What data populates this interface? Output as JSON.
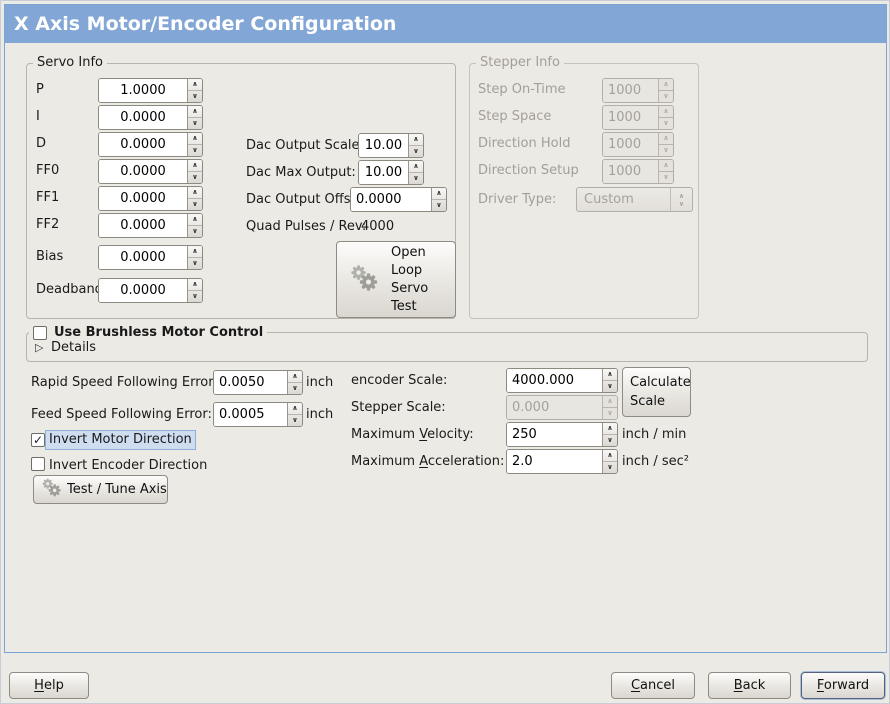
{
  "window": {
    "title": "X Axis Motor/Encoder Configuration"
  },
  "colors": {
    "titlebar_blue": "#82a7d6",
    "content_border_blue": "#7ca3d4",
    "window_bg": "#eceae4",
    "focus_highlight_bg": "#cfddf1",
    "focus_highlight_border": "#91aed7"
  },
  "icons": {
    "spin_up": "∧",
    "spin_down": "∨",
    "combo_up": "∧",
    "combo_down": "∨",
    "check": "✓",
    "expander_collapsed": "▷"
  },
  "servo_info": {
    "title": "Servo Info",
    "rows": [
      {
        "label": "P",
        "value": "1.0000"
      },
      {
        "label": "I",
        "value": "0.0000"
      },
      {
        "label": "D",
        "value": "0.0000"
      },
      {
        "label": "FF0",
        "value": "0.0000"
      },
      {
        "label": "FF1",
        "value": "0.0000"
      },
      {
        "label": "FF2",
        "value": "0.0000"
      },
      {
        "label": "Bias",
        "value": "0.0000"
      },
      {
        "label": "Deadband",
        "value": "0.0000"
      }
    ]
  },
  "dac": {
    "output_scale_label": "Dac Output Scale:",
    "output_scale_value": "10.00",
    "max_output_label": "Dac Max Output:",
    "max_output_value": "10.00",
    "output_offset_label": "Dac Output Offset:",
    "output_offset_value": "0.0000",
    "quad_pulses_label": "Quad Pulses / Rev:",
    "quad_pulses_value": "4000"
  },
  "open_loop_button": {
    "lines": [
      "Open",
      "Loop",
      "Servo",
      "Test"
    ]
  },
  "stepper_info": {
    "title": "Stepper Info",
    "disabled": true,
    "rows": [
      {
        "label": "Step On-Time",
        "value": "1000"
      },
      {
        "label": "Step Space",
        "value": "1000"
      },
      {
        "label": "Direction Hold",
        "value": "1000"
      },
      {
        "label": "Direction Setup",
        "value": "1000"
      }
    ],
    "driver_type_label": "Driver Type:",
    "driver_type_value": "Custom"
  },
  "brushless": {
    "label": "Use Brushless Motor Control",
    "checked": false,
    "details_label": "Details",
    "details_expanded": false
  },
  "following_error": {
    "rapid_label": "Rapid Speed Following Error:",
    "rapid_value": "0.0050",
    "rapid_unit": "inch",
    "feed_label": "Feed Speed Following Error:",
    "feed_value": "0.0005",
    "feed_unit": "inch"
  },
  "direction": {
    "invert_motor_label": "Invert Motor Direction",
    "invert_motor_checked": true,
    "invert_encoder_label": "Invert Encoder Direction",
    "invert_encoder_checked": false
  },
  "test_tune_button": {
    "label": "Test / Tune Axis"
  },
  "scale": {
    "encoder_label": "encoder Scale:",
    "encoder_value": "4000.000",
    "calculate_button_lines": [
      "Calculate",
      "Scale"
    ],
    "stepper_label": "Stepper Scale:",
    "stepper_value": "0.000",
    "stepper_disabled": true,
    "max_velocity_label": {
      "pre": "Maximum ",
      "mn": "V",
      "post": "elocity:"
    },
    "max_velocity_value": "250",
    "max_velocity_unit": "inch / min",
    "max_accel_label": {
      "pre": "Maximum ",
      "mn": "A",
      "post": "cceleration:"
    },
    "max_accel_value": "2.0",
    "max_accel_unit": "inch / sec²"
  },
  "actions": {
    "help": {
      "pre": "",
      "mn": "H",
      "post": "elp"
    },
    "cancel": {
      "pre": "",
      "mn": "C",
      "post": "ancel"
    },
    "back": {
      "pre": "",
      "mn": "B",
      "post": "ack"
    },
    "forward": {
      "pre": "",
      "mn": "F",
      "post": "orward"
    }
  }
}
